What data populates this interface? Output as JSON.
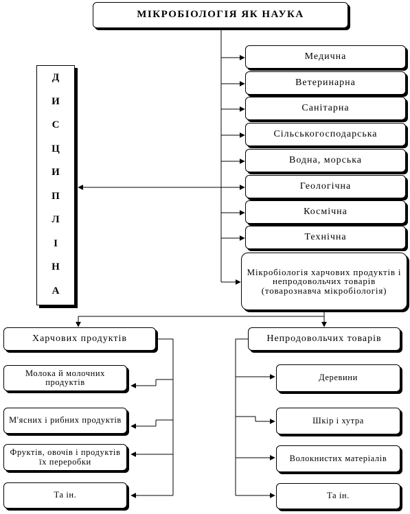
{
  "title": "МІКРОБІОЛОГІЯ ЯК НАУКА",
  "disciplines_label": [
    "Д",
    "И",
    "С",
    "Ц",
    "И",
    "П",
    "Л",
    "І",
    "Н",
    "А"
  ],
  "branches": [
    "Медична",
    "Ветеринарна",
    "Санітарна",
    "Сільськогосподарська",
    "Водна, морська",
    "Геологічна",
    "Космічна",
    "Технічна"
  ],
  "food_microbiology": "Мікробіологія харчових продуктів і непродовольчих товарів (товарознавча мікробіологія)",
  "food_products": {
    "title": "Харчових продуктів",
    "items": [
      "Молока й молочних продуктів",
      "М'ясних і рибних продуктів",
      "Фруктів, овочів і продуктів їх переробки",
      "Та ін."
    ]
  },
  "nonfood_goods": {
    "title": "Непродовольчих товарів",
    "items": [
      "Деревини",
      "Шкір і хутра",
      "Волокнистих матеріалів",
      "Та ін."
    ]
  }
}
